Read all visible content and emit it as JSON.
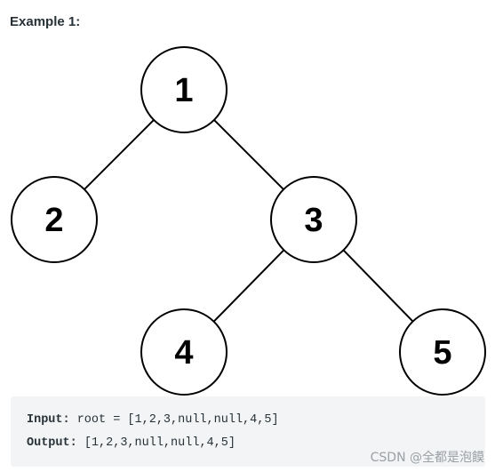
{
  "heading": "Example 1:",
  "tree": {
    "nodes": [
      {
        "id": "1",
        "label": "1"
      },
      {
        "id": "2",
        "label": "2"
      },
      {
        "id": "3",
        "label": "3"
      },
      {
        "id": "4",
        "label": "4"
      },
      {
        "id": "5",
        "label": "5"
      }
    ],
    "edges": [
      [
        "1",
        "2"
      ],
      [
        "1",
        "3"
      ],
      [
        "3",
        "4"
      ],
      [
        "3",
        "5"
      ]
    ]
  },
  "example": {
    "input_label": "Input:",
    "input_value": " root = [1,2,3,null,null,4,5]",
    "output_label": "Output:",
    "output_value": " [1,2,3,null,null,4,5]"
  },
  "watermark": "CSDN @全都是泡饃"
}
